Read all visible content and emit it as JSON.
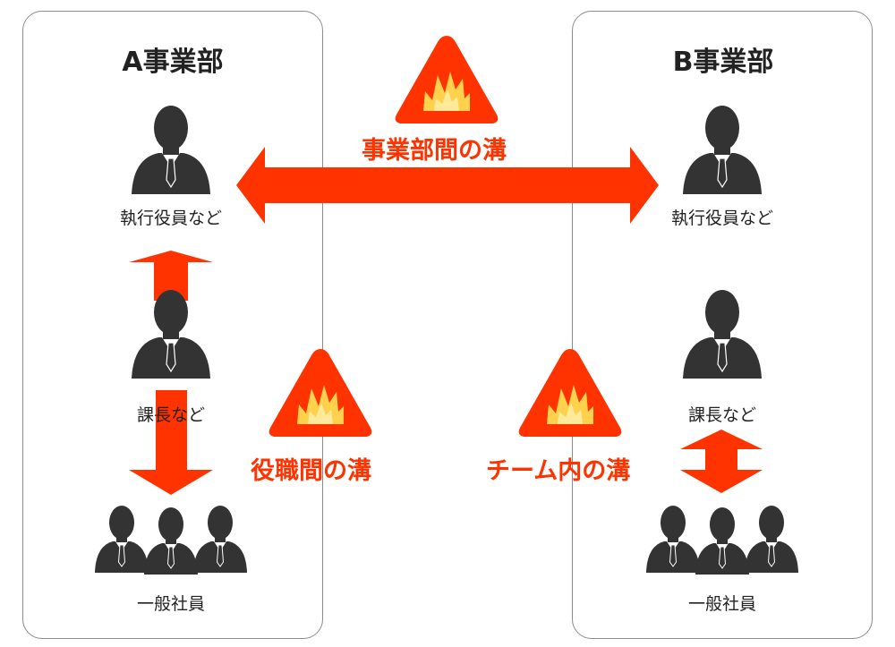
{
  "departments": {
    "a": {
      "title": "A事業部",
      "roles": {
        "executive": "執行役員など",
        "manager": "課長など",
        "staff": "一般社員"
      }
    },
    "b": {
      "title": "B事業部",
      "roles": {
        "executive": "執行役員など",
        "manager": "課長など",
        "staff": "一般社員"
      }
    }
  },
  "gaps": {
    "between_departments": "事業部間の溝",
    "between_ranks": "役職間の溝",
    "within_team": "チーム内の溝"
  },
  "colors": {
    "accent": "#ff3300",
    "person": "#333333",
    "flame": "#ffd24d",
    "panel_border": "#8c8c8c"
  },
  "icons": [
    "person-icon",
    "group-icon",
    "fire-warning-icon",
    "double-arrow-icon"
  ]
}
